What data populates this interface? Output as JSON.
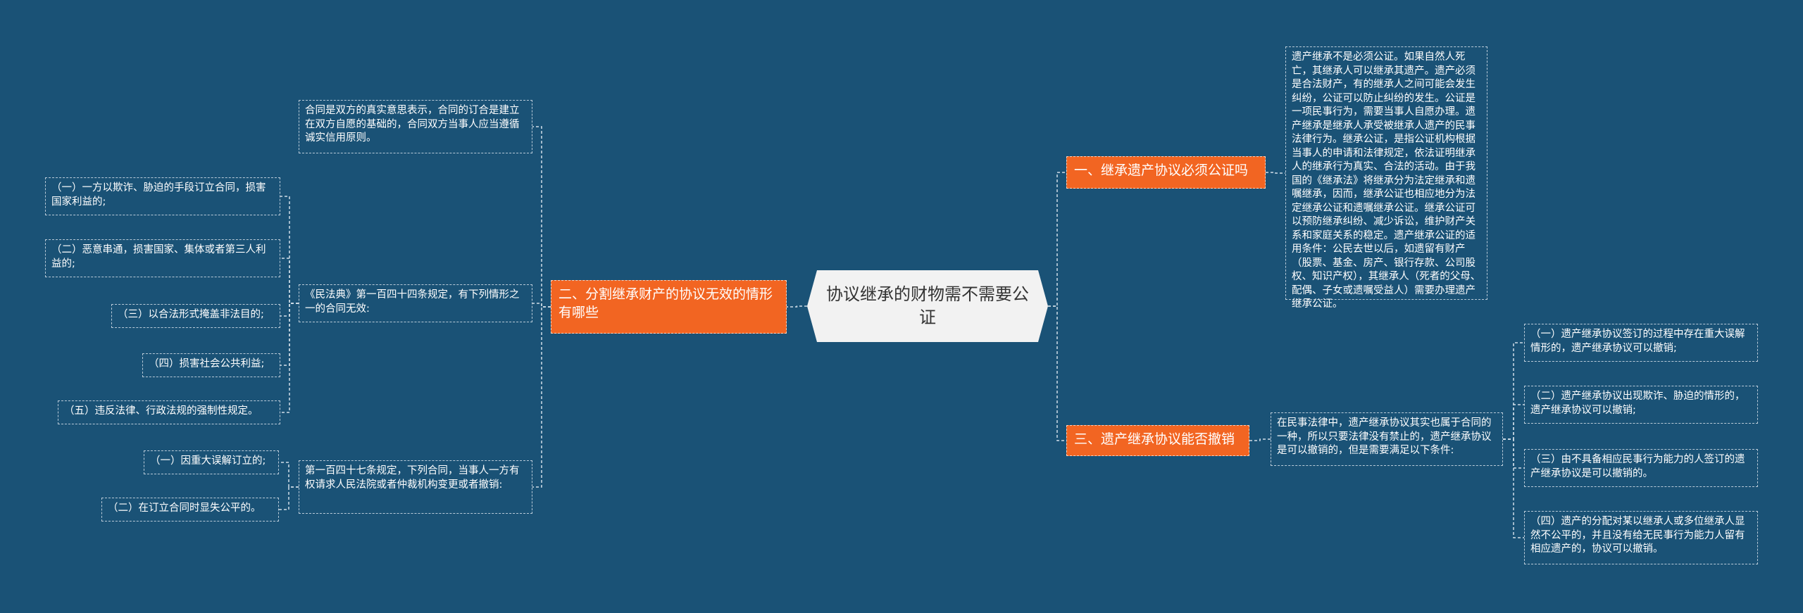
{
  "root": {
    "title": "协议继承的财物需不需要公证"
  },
  "branch1": {
    "label": "一、继承遗产协议必须公证吗",
    "text": "遗产继承不是必须公证。如果自然人死亡，其继承人可以继承其遗产。遗产必须是合法财产，有的继承人之间可能会发生纠纷，公证可以防止纠纷的发生。公证是一项民事行为，需要当事人自愿办理。遗产继承是继承人承受被继承人遗产的民事法律行为。继承公证，是指公证机构根据当事人的申请和法律规定，依法证明继承人的继承行为真实、合法的活动。由于我国的《继承法》将继承分为法定继承和遗嘱继承，因而，继承公证也相应地分为法定继承公证和遗嘱继承公证。继承公证可以预防继承纠纷、减少诉讼，维护财产关系和家庭关系的稳定。遗产继承公证的适用条件：公民去世以后，如遗留有财产（股票、基金、房产、银行存款、公司股权、知识产权），其继承人（死者的父母、配偶、子女或遗嘱受益人）需要办理遗产继承公证。"
  },
  "branch2": {
    "label": "二、分割继承财产的协议无效的情形有哪些",
    "intro": "合同是双方的真实意思表示，合同的订合是建立在双方自愿的基础的，合同双方当事人应当遵循诚实信用原则。",
    "article154": {
      "text": "《民法典》第一百四十四条规定，有下列情形之一的合同无效:",
      "items": [
        "（一）一方以欺诈、胁迫的手段订立合同，损害国家利益的;",
        "（二）恶意串通，损害国家、集体或者第三人利益的;",
        "（三）以合法形式掩盖非法目的;",
        "（四）损害社会公共利益;",
        "（五）违反法律、行政法规的强制性规定。"
      ]
    },
    "article147": {
      "text": "第一百四十七条规定，下列合同，当事人一方有权请求人民法院或者仲裁机构变更或者撤销:",
      "items": [
        "（一）因重大误解订立的;",
        "（二）在订立合同时显失公平的。"
      ]
    }
  },
  "branch3": {
    "label": "三、遗产继承协议能否撤销",
    "text": "在民事法律中，遗产继承协议其实也属于合同的一种，所以只要法律没有禁止的，遗产继承协议是可以撤销的，但是需要满足以下条件:",
    "items": [
      "（一）遗产继承协议签订的过程中存在重大误解情形的，遗产继承协议可以撤销;",
      "（二）遗产继承协议出现欺诈、胁迫的情形的，遗产继承协议可以撤销;",
      "（三）由不具备相应民事行为能力的人签订的遗产继承协议是可以撤销的。",
      "（四）遗产的分配对某以继承人或多位继承人显然不公平的，并且没有给无民事行为能力人留有相应遗产的，协议可以撤销。"
    ]
  }
}
